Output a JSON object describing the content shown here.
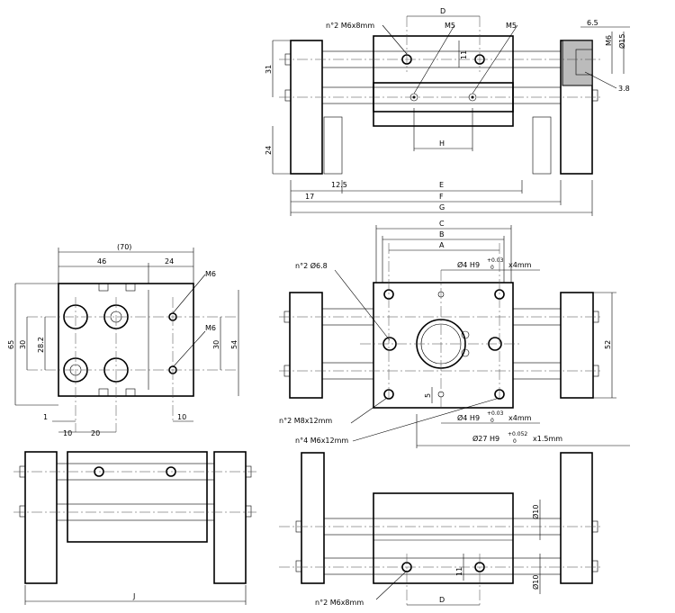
{
  "drawing": {
    "top_view": {
      "dim_D": "D",
      "dim_6_5": "6.5",
      "note_m6x8": "n°2 M6x8mm",
      "note_m5_a": "M5",
      "note_m5_b": "M5",
      "dim_M6": "M6",
      "dim_15": "Ø15",
      "dim_11": "11",
      "dim_31": "31",
      "dim_24": "24",
      "dim_H": "H",
      "dim_3_8": "3.8",
      "dim_12_5": "12.5",
      "dim_17": "17",
      "dim_E": "E",
      "dim_F": "F",
      "dim_G": "G"
    },
    "left_view": {
      "dim_70": "(70)",
      "dim_46": "46",
      "dim_24": "24",
      "note_m6_a": "M6",
      "note_m6_b": "M6",
      "dim_65": "65",
      "dim_30a": "30",
      "dim_28_2": "28.2",
      "dim_30b": "30",
      "dim_54": "54",
      "dim_1": "1",
      "dim_10a": "10",
      "dim_20": "20",
      "dim_10b": "10",
      "dim_J": "J"
    },
    "front_view": {
      "dim_C": "C",
      "dim_B": "B",
      "dim_A": "A",
      "note_68": "n°2 Ø6.8",
      "note_h9_top": "Ø4 H9",
      "tol_top_up": "+0.03",
      "tol_top_low": "0",
      "suffix_top": "x4mm",
      "dim_52": "52",
      "dim_5": "5",
      "note_m8": "n°2 M8x12mm",
      "note_h9_mid": "Ø4 H9",
      "tol_mid_up": "+0.03",
      "tol_mid_low": "0",
      "suffix_mid": "x4mm",
      "note_m6x12": "n°4 M6x12mm",
      "note_27": "Ø27 H9",
      "tol_27_up": "+0.052",
      "tol_27_low": "0",
      "suffix_27": "x1.5mm"
    },
    "bottom_view": {
      "dim_10a": "Ø10",
      "dim_11": "11",
      "dim_10b": "Ø10",
      "note_m6x8": "n°2 M6x8mm",
      "dim_D": "D"
    }
  }
}
